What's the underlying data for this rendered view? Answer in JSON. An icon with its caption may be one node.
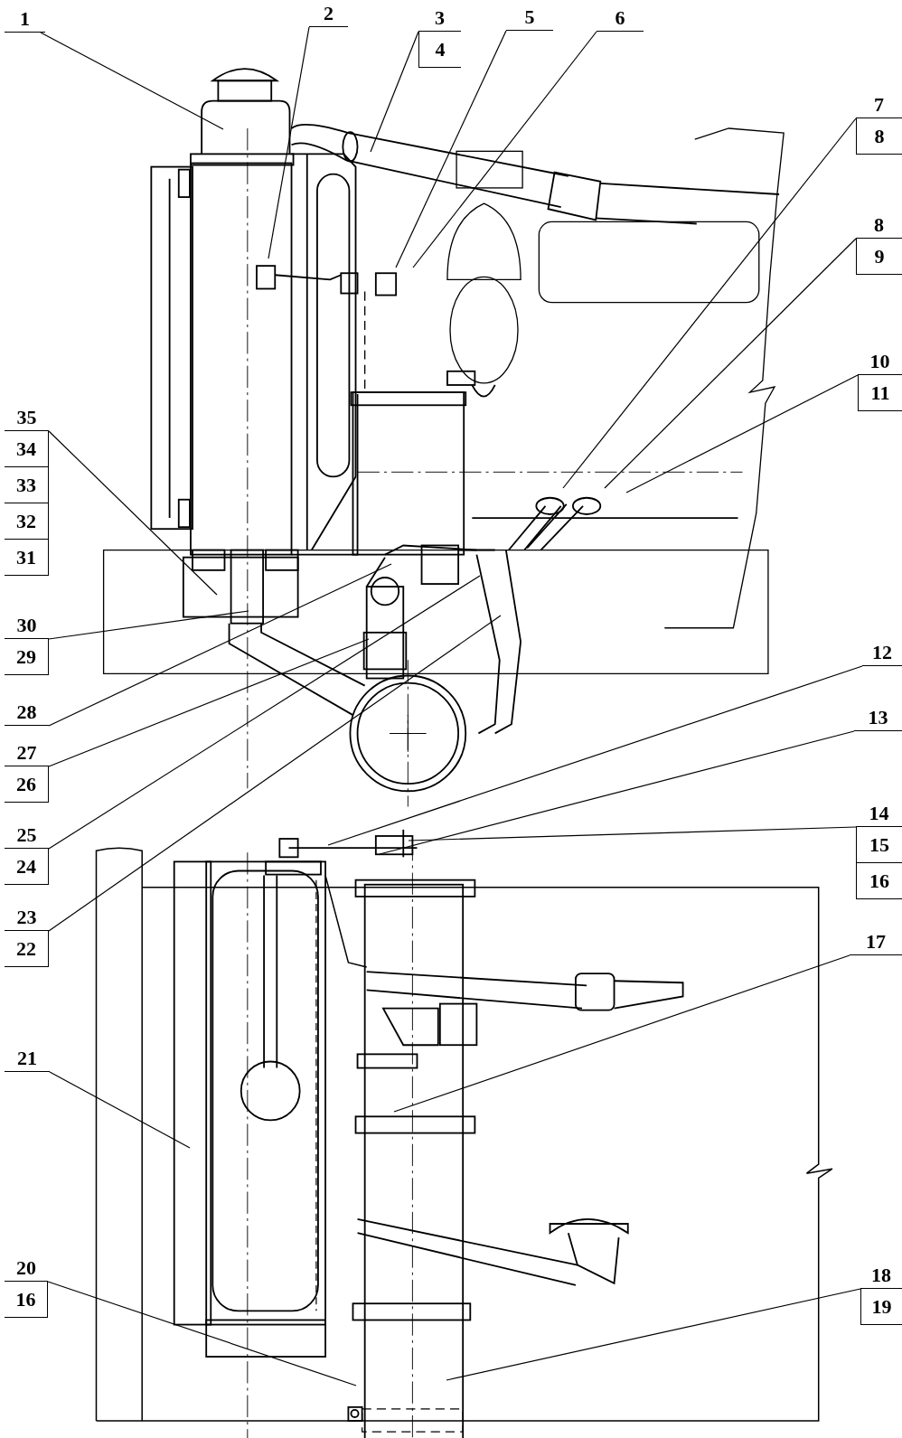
{
  "diagram": {
    "nodes": [
      {
        "text": [
          "1"
        ]
      },
      {
        "text": [
          "2"
        ]
      },
      {
        "text": [
          "3",
          "4"
        ]
      },
      {
        "text": [
          "5"
        ]
      },
      {
        "text": [
          "6"
        ]
      },
      {
        "text": [
          "7",
          "8"
        ]
      },
      {
        "text": [
          "8",
          "9"
        ]
      },
      {
        "text": [
          "10",
          "11"
        ]
      },
      {
        "text": [
          "35",
          "34",
          "33",
          "32",
          "31"
        ]
      },
      {
        "text": [
          "30",
          "29"
        ]
      },
      {
        "text": [
          "28"
        ]
      },
      {
        "text": [
          "27",
          "26"
        ]
      },
      {
        "text": [
          "12"
        ]
      },
      {
        "text": [
          "25",
          "24"
        ]
      },
      {
        "text": [
          "13"
        ]
      },
      {
        "text": [
          "14",
          "15",
          "16"
        ]
      },
      {
        "text": [
          "23",
          "22"
        ]
      },
      {
        "text": [
          "17"
        ]
      },
      {
        "text": [
          "21"
        ]
      },
      {
        "text": [
          "20",
          "16"
        ]
      },
      {
        "text": [
          "18",
          "19"
        ]
      }
    ],
    "edges": [
      {
        "from": 0,
        "to": null,
        "arrow": "none"
      },
      {
        "from": 1,
        "to": null,
        "arrow": "none"
      },
      {
        "from": 2,
        "to": null,
        "arrow": "none"
      },
      {
        "from": 3,
        "to": null,
        "arrow": "none"
      },
      {
        "from": 4,
        "to": null,
        "arrow": "none"
      },
      {
        "from": 5,
        "to": null,
        "arrow": "none"
      },
      {
        "from": 6,
        "to": null,
        "arrow": "none"
      },
      {
        "from": 7,
        "to": null,
        "arrow": "none"
      },
      {
        "from": 8,
        "to": null,
        "arrow": "none"
      },
      {
        "from": 9,
        "to": null,
        "arrow": "none"
      },
      {
        "from": 10,
        "to": null,
        "arrow": "none"
      },
      {
        "from": 11,
        "to": null,
        "arrow": "none"
      },
      {
        "from": 12,
        "to": null,
        "arrow": "none"
      },
      {
        "from": 13,
        "to": null,
        "arrow": "none"
      },
      {
        "from": 14,
        "to": null,
        "arrow": "none"
      },
      {
        "from": 15,
        "to": null,
        "arrow": "none"
      },
      {
        "from": 16,
        "to": null,
        "arrow": "none"
      },
      {
        "from": 17,
        "to": null,
        "arrow": "none"
      },
      {
        "from": 18,
        "to": null,
        "arrow": "none"
      },
      {
        "from": 19,
        "to": null,
        "arrow": "none"
      },
      {
        "from": 20,
        "to": null,
        "arrow": "none"
      }
    ]
  }
}
